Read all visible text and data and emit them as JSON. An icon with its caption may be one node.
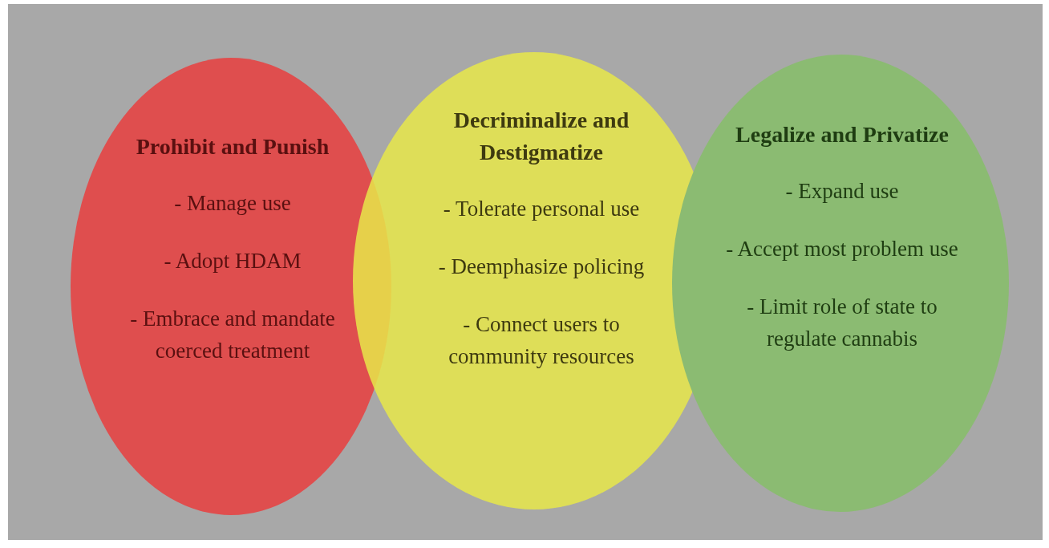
{
  "diagram": {
    "nodes": [
      {
        "text": [
          "Prohibit and Punish",
          "- Manage use",
          "- Adopt HDAM",
          "- Embrace and mandate coerced treatment"
        ]
      },
      {
        "text": [
          "Decriminalize and Destigmatize",
          "- Tolerate personal use",
          "- Deemphasize policing",
          "- Connect users to community resources"
        ]
      },
      {
        "text": [
          "Legalize and Privatize",
          "- Expand use",
          "- Accept most problem use",
          "- Limit role of state to regulate cannabis"
        ]
      }
    ],
    "edges": []
  }
}
